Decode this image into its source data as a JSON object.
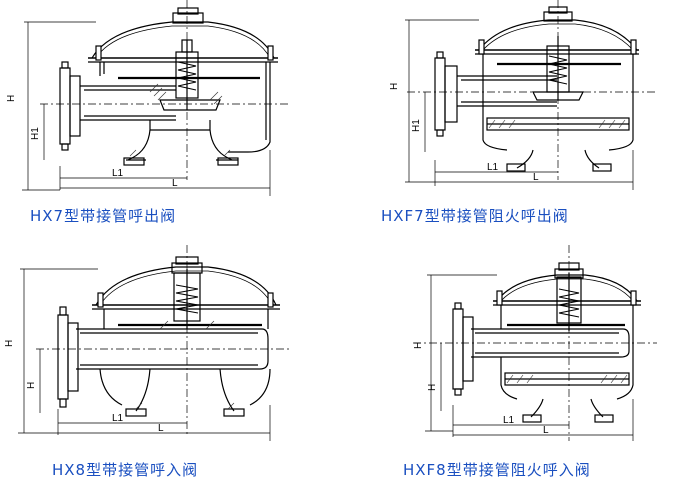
{
  "figures": [
    {
      "id": "hx7",
      "caption": "HX7型带接管呼出阀",
      "dims": {
        "h": "H",
        "h1": "H1",
        "l1": "L1",
        "l": "L"
      }
    },
    {
      "id": "hxf7",
      "caption": "HXF7型带接管阻火呼出阀",
      "dims": {
        "h": "H",
        "h1": "H1",
        "l1": "L1",
        "l": "L"
      }
    },
    {
      "id": "hx8",
      "caption": "HX8型带接管呼入阀",
      "dims": {
        "h": "H",
        "h1": "H",
        "l1": "L1",
        "l": "L"
      }
    },
    {
      "id": "hxf8",
      "caption": "HXF8型带接管阻火呼入阀",
      "dims": {
        "h": "H",
        "h1": "H",
        "l1": "L1",
        "l": "L"
      }
    }
  ],
  "colors": {
    "caption": "#1a4fc0",
    "line": "#000000",
    "hatch": "#333333"
  }
}
